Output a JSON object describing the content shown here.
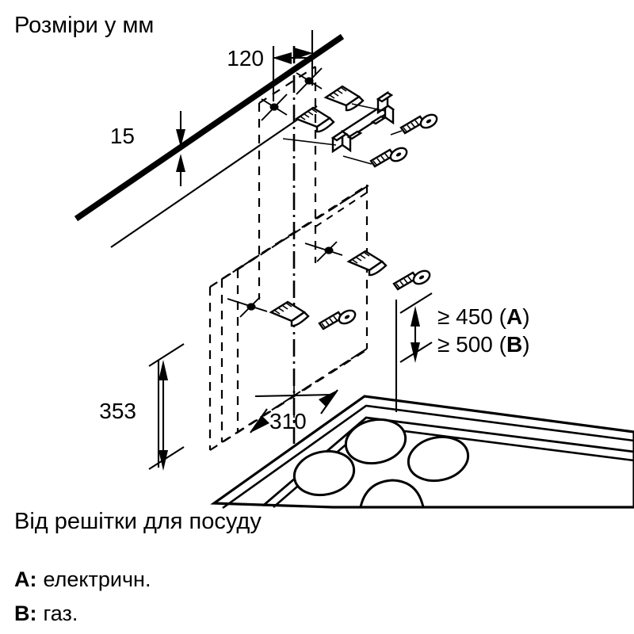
{
  "page": {
    "title": "Розміри у мм",
    "caption": "Від решітки для посуду",
    "background_color": "#ffffff",
    "line_color": "#000000"
  },
  "legend": [
    {
      "key": "A:",
      "text": "електричн."
    },
    {
      "key": "B:",
      "text": "газ."
    }
  ],
  "dimensions": {
    "wall_offset": "15",
    "top_offset": "120",
    "height_total": "353",
    "width_inner": "310",
    "clearance_a_prefix": "≥ 450 (",
    "clearance_a_letter": "A",
    "clearance_a_suffix": ")",
    "clearance_b_prefix": "≥ 500 (",
    "clearance_b_letter": "B",
    "clearance_b_suffix": ")"
  },
  "units": "мм",
  "drawing": {
    "type": "isometric-installation-diagram",
    "product": "range-hood",
    "wall_mounted": true,
    "hardware": {
      "bracket_count": 1,
      "screw_count": 4,
      "wall_plug_count": 4,
      "drill_hole_marks": 4
    },
    "cooktop": {
      "burner_count": 4,
      "shape": "rectangular"
    }
  },
  "chart_data": {
    "type": "table",
    "title": "Розміри у мм",
    "categories": [
      "15",
      "120",
      "353",
      "310",
      "≥ 450 (A)",
      "≥ 500 (B)"
    ],
    "values": [
      15,
      120,
      353,
      310,
      450,
      500
    ],
    "xlabel": "",
    "ylabel": "мм",
    "annotations": [
      "Від решітки для посуду",
      "A: електричн.",
      "B: газ."
    ]
  }
}
